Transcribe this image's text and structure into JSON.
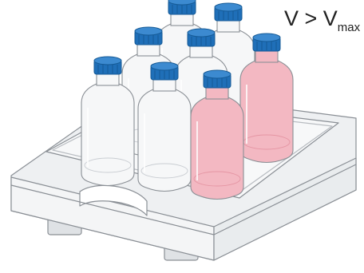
{
  "label": {
    "main": "V > V",
    "subscript": "max"
  },
  "colors": {
    "cap": "#1f6fb8",
    "cap_dark": "#155a96",
    "bottle_empty_fill": "#f6f7f8",
    "bottle_full_fill": "#f3b8c2",
    "outline": "#8a8f95",
    "tray_fill": "#eef0f2"
  },
  "bottles": [
    {
      "row": "back",
      "col": 1,
      "state": "empty"
    },
    {
      "row": "back",
      "col": 2,
      "state": "empty"
    },
    {
      "row": "middle",
      "col": 1,
      "state": "empty"
    },
    {
      "row": "middle",
      "col": 2,
      "state": "empty"
    },
    {
      "row": "middle",
      "col": 3,
      "state": "full"
    },
    {
      "row": "front",
      "col": 1,
      "state": "empty"
    },
    {
      "row": "front",
      "col": 2,
      "state": "empty"
    },
    {
      "row": "front",
      "col": 3,
      "state": "full"
    }
  ]
}
